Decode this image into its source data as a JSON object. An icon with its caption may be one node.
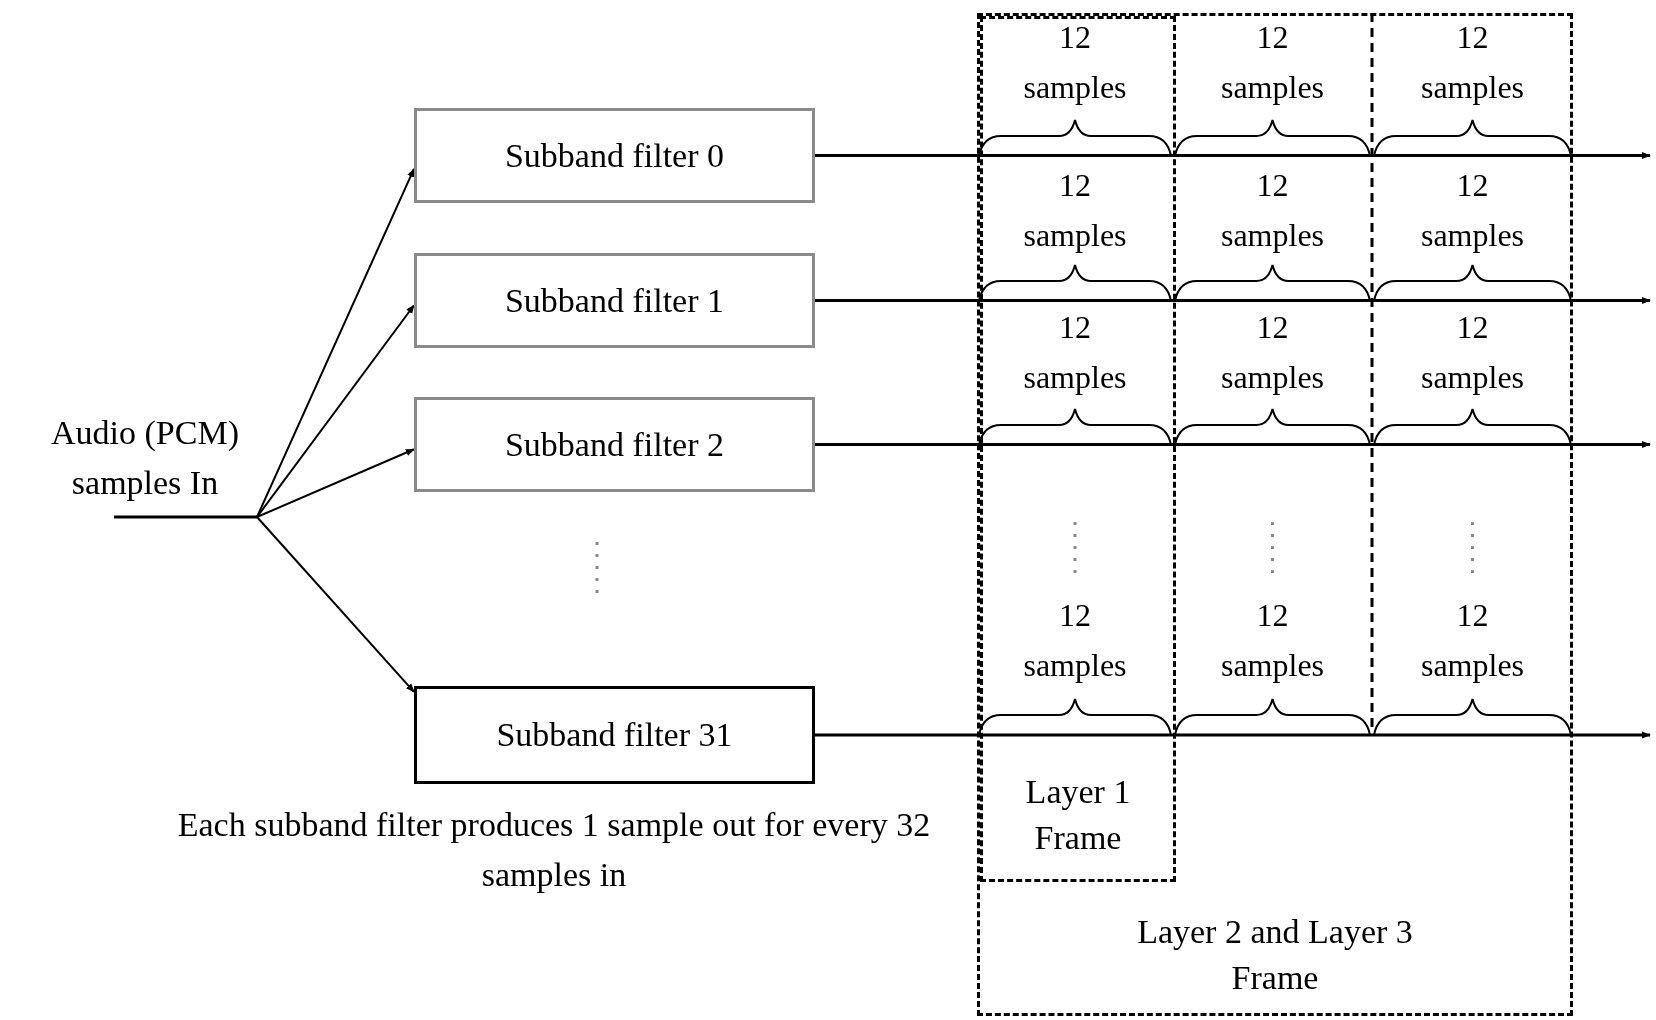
{
  "diagram": {
    "nodes": [
      {
        "text": [
          "Audio (PCM) samples In"
        ]
      },
      {
        "text": [
          "Subband filter 0"
        ]
      },
      {
        "text": [
          "Subband filter 1"
        ]
      },
      {
        "text": [
          "Subband filter 2"
        ]
      },
      {
        "text": [
          "Subband filter 31"
        ]
      },
      {
        "text": [
          "Layer 2 and Layer 3 Frame"
        ]
      },
      {
        "text": [
          "Layer 1 Frame"
        ],
        "in": 5
      }
    ],
    "edges": [
      {
        "from": 0,
        "to": 1,
        "arrow": "to"
      },
      {
        "from": 0,
        "to": 2,
        "arrow": "to"
      },
      {
        "from": 0,
        "to": 3,
        "arrow": "to"
      },
      {
        "from": 0,
        "to": 4,
        "arrow": "to"
      },
      {
        "from": 1,
        "to": null,
        "arrow": "to"
      },
      {
        "from": 2,
        "to": null,
        "arrow": "to"
      },
      {
        "from": 3,
        "to": null,
        "arrow": "to"
      },
      {
        "from": 4,
        "to": null,
        "arrow": "to"
      }
    ],
    "labels": [
      "12 samples",
      "12 samples",
      "12 samples",
      "12 samples",
      "12 samples",
      "12 samples",
      "12 samples",
      "12 samples",
      "12 samples",
      "12 samples",
      "12 samples",
      "12 samples",
      "Each subband filter produces 1 sample out for every 32 samples in"
    ]
  }
}
